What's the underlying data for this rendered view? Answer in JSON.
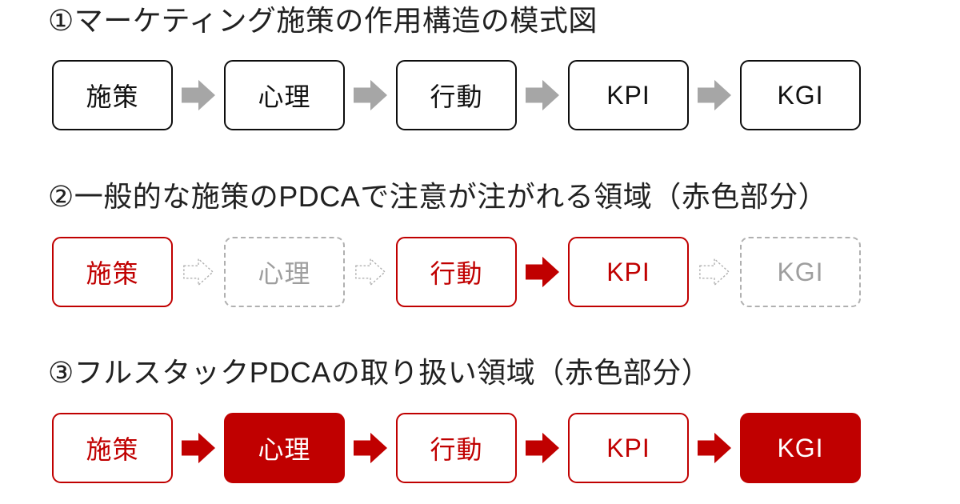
{
  "colors": {
    "red": "#c00000",
    "black_border": "#0d0d0d",
    "gray_arrow": "#a6a6a6",
    "gray_dashed": "#b0b0b0",
    "gray_label": "#9e9e9e",
    "title_text": "#212121",
    "filled_box_text": "#ffffff"
  },
  "sections": [
    {
      "title": "①マーケティング施策の作用構造の模式図",
      "boxes": [
        {
          "label": "施策",
          "style": "black"
        },
        {
          "label": "心理",
          "style": "black"
        },
        {
          "label": "行動",
          "style": "black"
        },
        {
          "label": "KPI",
          "style": "black"
        },
        {
          "label": "KGI",
          "style": "black"
        }
      ],
      "arrows": [
        {
          "type": "gray-solid"
        },
        {
          "type": "gray-solid"
        },
        {
          "type": "gray-solid"
        },
        {
          "type": "gray-solid"
        }
      ]
    },
    {
      "title": "②一般的な施策のPDCAで注意が注がれる領域（赤色部分）",
      "boxes": [
        {
          "label": "施策",
          "style": "red-outline"
        },
        {
          "label": "心理",
          "style": "gray-dashed"
        },
        {
          "label": "行動",
          "style": "red-outline"
        },
        {
          "label": "KPI",
          "style": "red-outline"
        },
        {
          "label": "KGI",
          "style": "gray-dashed"
        }
      ],
      "arrows": [
        {
          "type": "dashed-hollow"
        },
        {
          "type": "dashed-hollow"
        },
        {
          "type": "red-solid"
        },
        {
          "type": "dashed-hollow"
        }
      ]
    },
    {
      "title": "③フルスタックPDCAの取り扱い領域（赤色部分）",
      "boxes": [
        {
          "label": "施策",
          "style": "red-outline"
        },
        {
          "label": "心理",
          "style": "red-filled"
        },
        {
          "label": "行動",
          "style": "red-outline"
        },
        {
          "label": "KPI",
          "style": "red-outline"
        },
        {
          "label": "KGI",
          "style": "red-filled"
        }
      ],
      "arrows": [
        {
          "type": "red-solid"
        },
        {
          "type": "red-solid"
        },
        {
          "type": "red-solid"
        },
        {
          "type": "red-solid"
        }
      ]
    }
  ]
}
